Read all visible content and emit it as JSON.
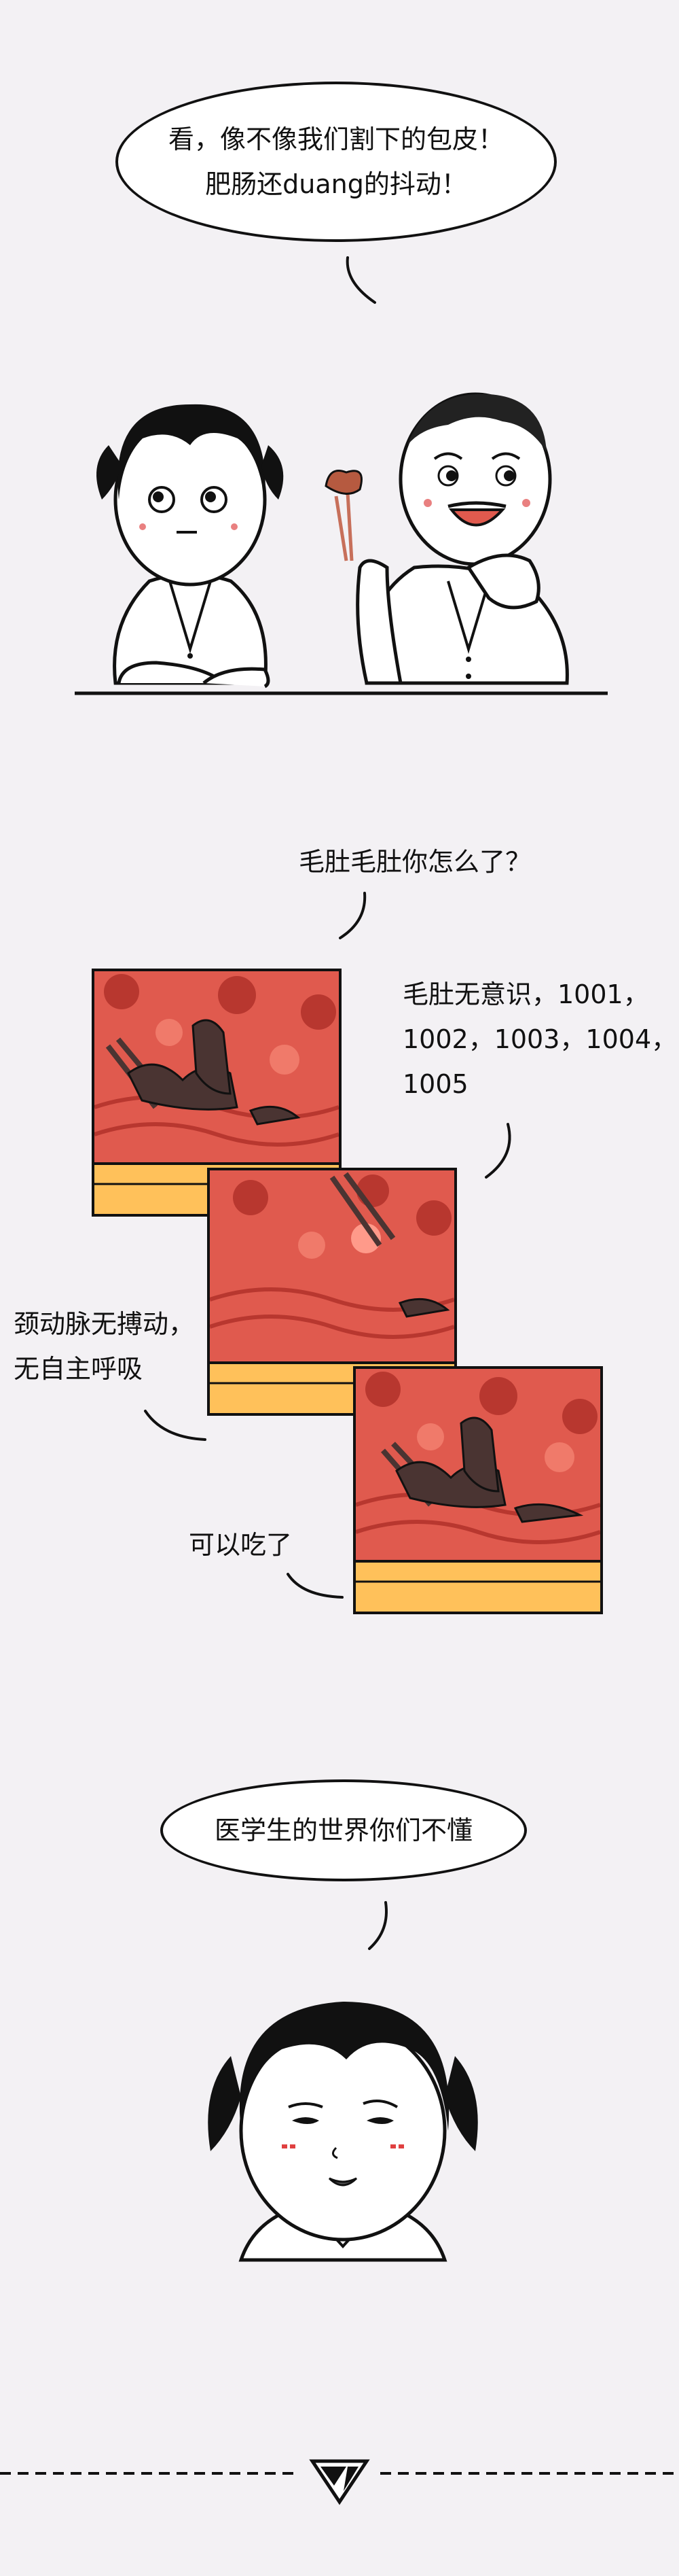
{
  "bubble1": {
    "line1": "看，像不像我们割下的包皮！",
    "line2": "肥肠还duang的抖动！"
  },
  "caption1": "毛肚毛肚你怎么了？",
  "caption2": {
    "line1": "毛肚无意识，1001，",
    "line2": "1002，1003，1004，",
    "line3": "1005"
  },
  "caption3": {
    "line1": "颈动脉无搏动，",
    "line2": "无自主呼吸"
  },
  "caption4": "可以吃了",
  "bubble2": "医学生的世界你们不懂",
  "colors": {
    "background": "#f3f1f4",
    "hotpot_red": "#e05a4e",
    "hotpot_dark_red": "#b8372f",
    "pot_yellow": "#ffc15a",
    "tripe_brown": "#4a3432"
  }
}
